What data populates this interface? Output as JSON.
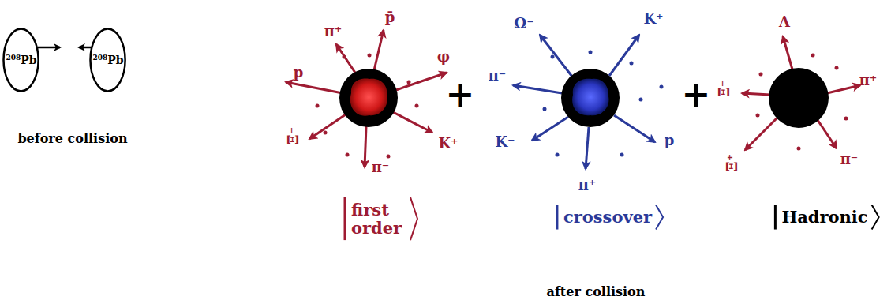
{
  "diagram": {
    "nodes": [
      {
        "text": [
          "208",
          "Pb"
        ]
      },
      {
        "text": [
          "208",
          "Pb"
        ]
      }
    ],
    "labels": [
      "before collision",
      "p",
      "π⁺",
      "p̄",
      "φ",
      "K⁺",
      "π⁻",
      "Ξ⁻",
      "+",
      "Ω⁻",
      "K⁺",
      "π⁻",
      "p",
      "π⁺",
      "K⁻",
      "+",
      "Λ",
      "π⁺",
      "π⁻",
      "Ξ⁻",
      "Ξ⁺",
      "first order",
      "crossover",
      "Hadronic",
      "after collision"
    ]
  }
}
